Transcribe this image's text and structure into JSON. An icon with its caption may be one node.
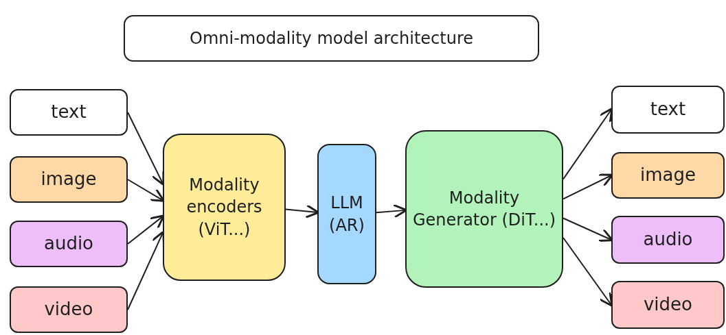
{
  "diagram": {
    "title": "Omni-modality model architecture",
    "nodes": [
      {
        "text": [
          "text"
        ]
      },
      {
        "text": [
          "image"
        ]
      },
      {
        "text": [
          "audio"
        ]
      },
      {
        "text": [
          "video"
        ]
      },
      {
        "text": [
          "Modality encoders (ViT...)"
        ]
      },
      {
        "text": [
          "LLM (AR)"
        ]
      },
      {
        "text": [
          "Modality Generator (DiT...)"
        ]
      },
      {
        "text": [
          "text"
        ]
      },
      {
        "text": [
          "image"
        ]
      },
      {
        "text": [
          "audio"
        ]
      },
      {
        "text": [
          "video"
        ]
      }
    ],
    "edges": [
      {
        "from": 0,
        "to": 4,
        "arrow": "to"
      },
      {
        "from": 1,
        "to": 4,
        "arrow": "to"
      },
      {
        "from": 2,
        "to": 4,
        "arrow": "to"
      },
      {
        "from": 3,
        "to": 4,
        "arrow": "to"
      },
      {
        "from": 4,
        "to": 5,
        "arrow": "to"
      },
      {
        "from": 5,
        "to": 6,
        "arrow": "to"
      },
      {
        "from": 6,
        "to": 7,
        "arrow": "to"
      },
      {
        "from": 6,
        "to": 8,
        "arrow": "to"
      },
      {
        "from": 6,
        "to": 9,
        "arrow": "to"
      },
      {
        "from": 6,
        "to": 10,
        "arrow": "to"
      }
    ]
  }
}
